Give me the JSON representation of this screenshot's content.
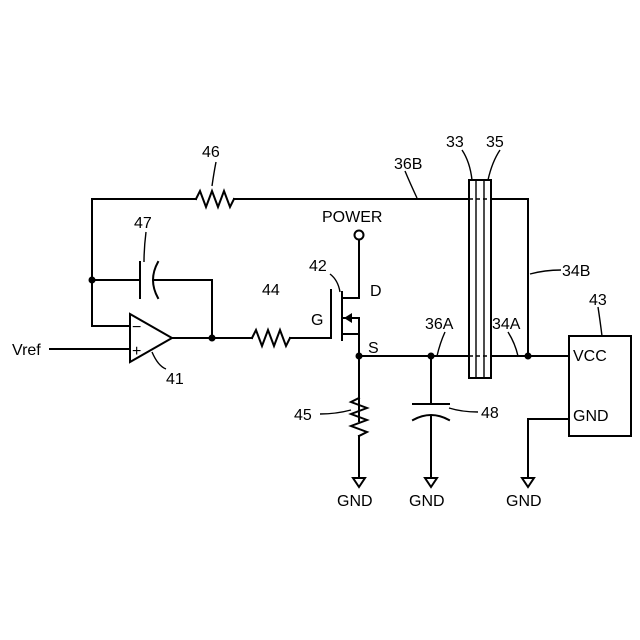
{
  "labels": {
    "n33": "33",
    "n35": "35",
    "n36b": "36B",
    "n46": "46",
    "n47": "47",
    "power": "POWER",
    "n42": "42",
    "d": "D",
    "n44": "44",
    "g": "G",
    "n34b": "34B",
    "n43": "43",
    "n36a": "36A",
    "n34a": "34A",
    "vcc": "VCC",
    "vref": "Vref",
    "minus": "−",
    "plus": "+",
    "s": "S",
    "n41": "41",
    "n45": "45",
    "n48": "48",
    "gnd_block": "GND",
    "gnd1": "GND",
    "gnd2": "GND",
    "gnd3": "GND"
  }
}
